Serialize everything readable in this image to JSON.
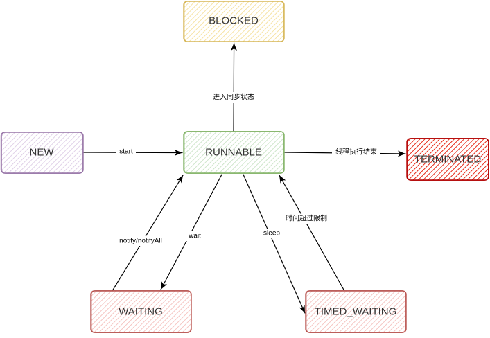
{
  "diagram": {
    "nodes": {
      "blocked": {
        "label": "BLOCKED",
        "stroke": "#d6b656",
        "fill": "#f4dc8e"
      },
      "new": {
        "label": "NEW",
        "stroke": "#9673a6",
        "fill": "#d9c6e2"
      },
      "runnable": {
        "label": "RUNNABLE",
        "stroke": "#82b366",
        "fill": "#c2dfbe"
      },
      "terminated": {
        "label": "TERMINATED",
        "stroke": "#b20000",
        "fill": "#e51400"
      },
      "waiting": {
        "label": "WAITING",
        "stroke": "#b85450",
        "fill": "#f3b7b3"
      },
      "timed_waiting": {
        "label": "TIMED_WAITING",
        "stroke": "#b85450",
        "fill": "#f3b7b3"
      }
    },
    "edges": {
      "runnable_to_blocked": {
        "label": "进入同步状态"
      },
      "new_to_runnable": {
        "label": "start"
      },
      "runnable_to_terminated": {
        "label": "线程执行结束"
      },
      "runnable_to_waiting": {
        "label": "wait"
      },
      "waiting_to_runnable": {
        "label": "notify/notifyAll"
      },
      "runnable_to_timed_waiting": {
        "label": "sleep"
      },
      "timed_waiting_to_runnable": {
        "label": "时间超过限制"
      }
    }
  }
}
